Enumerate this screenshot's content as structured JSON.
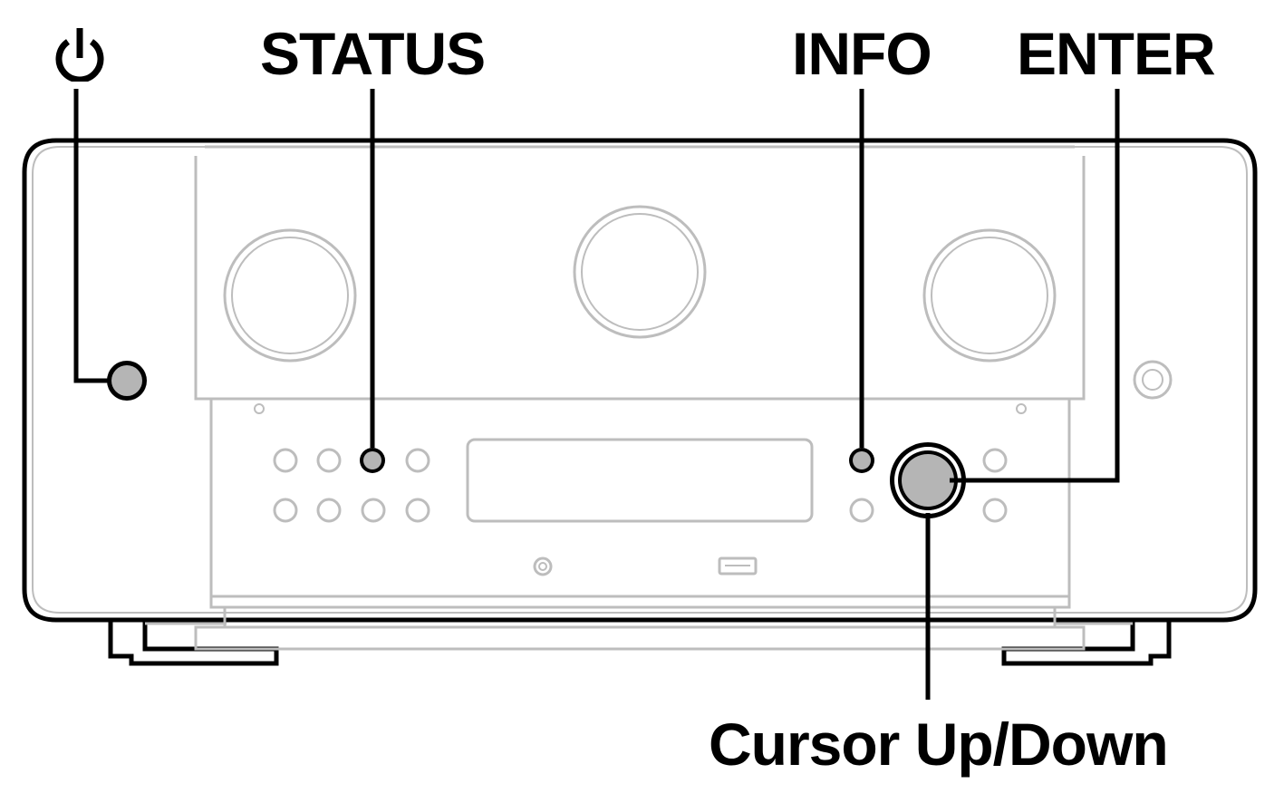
{
  "labels": {
    "power": "",
    "status": "STATUS",
    "info": "INFO",
    "enter": "ENTER",
    "cursor": "Cursor Up/Down"
  },
  "icons": {
    "power_label_icon": "power-icon"
  },
  "colors": {
    "outline": "#000000",
    "device_gray": "#bdbdbd",
    "highlight_fill": "#b5b5b5",
    "background": "#ffffff"
  }
}
